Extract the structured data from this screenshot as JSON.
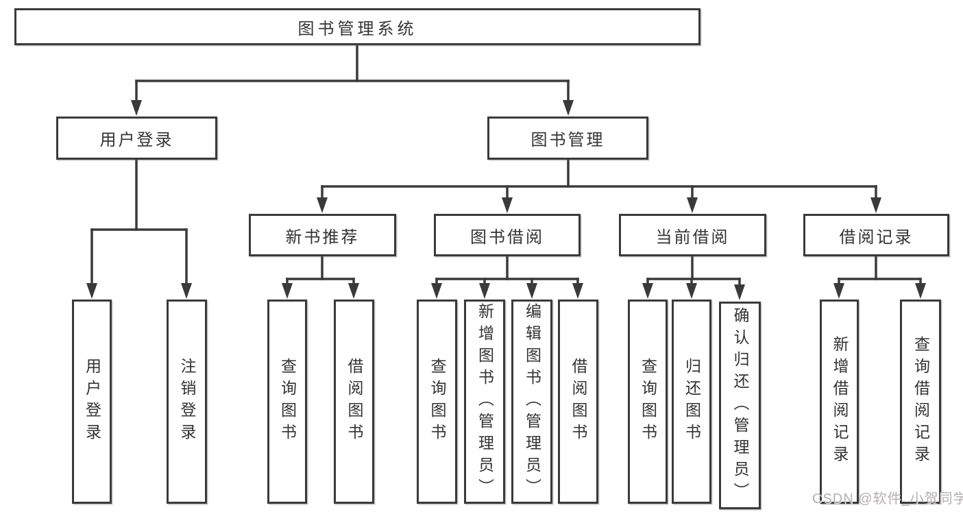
{
  "diagram": {
    "type": "hierarchy-tree",
    "title": "图书管理系统",
    "colors": {
      "line": "#3a3a3a",
      "box_border": "#3a3a3a",
      "box_fill": "#ffffff",
      "text": "#333333",
      "background": "#ffffff",
      "watermark": "#b5aeae"
    },
    "tree": {
      "label": "图书管理系统",
      "children": [
        {
          "label": "用户登录",
          "children": [
            {
              "label": "用户登录"
            },
            {
              "label": "注销登录"
            }
          ]
        },
        {
          "label": "图书管理",
          "children": [
            {
              "label": "新书推荐",
              "children": [
                {
                  "label": "查询图书"
                },
                {
                  "label": "借阅图书"
                }
              ]
            },
            {
              "label": "图书借阅",
              "children": [
                {
                  "label": "查询图书"
                },
                {
                  "label": "新增图书（管理员）"
                },
                {
                  "label": "编辑图书（管理员）"
                },
                {
                  "label": "借阅图书"
                }
              ]
            },
            {
              "label": "当前借阅",
              "children": [
                {
                  "label": "查询图书"
                },
                {
                  "label": "归还图书"
                },
                {
                  "label": "确认归还（管理员）"
                }
              ]
            },
            {
              "label": "借阅记录",
              "children": [
                {
                  "label": "新增借阅记录"
                },
                {
                  "label": "查询借阅记录"
                }
              ]
            }
          ]
        }
      ]
    },
    "watermark": "CSDN @软件_小贺同学"
  }
}
